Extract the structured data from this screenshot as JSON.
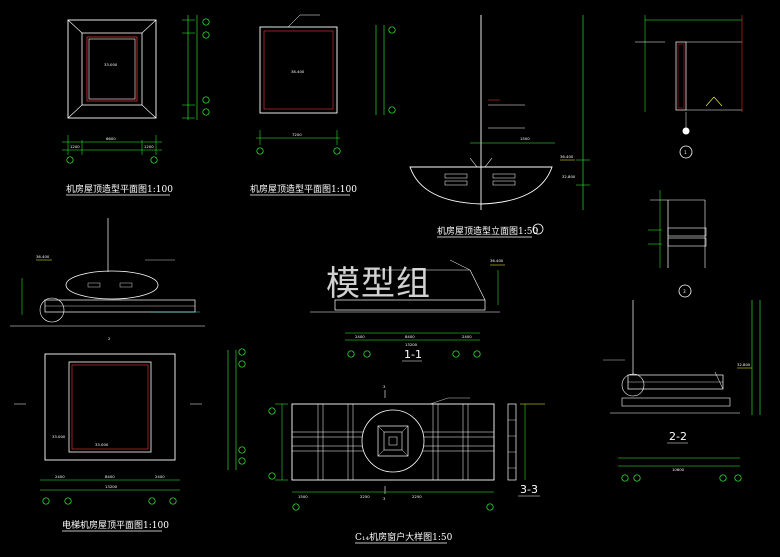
{
  "titles": {
    "roof_plan_1": "机房屋顶造型平面图1:100",
    "roof_plan_2": "机房屋顶造型平面图1:100",
    "roof_elevation": "机房屋顶造型立面图1:50",
    "elevator_roof_plan": "电梯机房屋顶平面图1:100",
    "window_detail": "C₁₄机房窗户大样图1:50"
  },
  "section_marks": {
    "s11": "1-1",
    "s22": "2-2",
    "s33": "3-3"
  },
  "circled_marks": {
    "c1": "1",
    "c2": "2",
    "c3": "3"
  },
  "dimensions": {
    "plan1_a": "1200",
    "plan1_b": "6600",
    "plan1_c": "1200",
    "plan2_w": "7200",
    "plan3_a": "2400",
    "plan3_b": "8400",
    "plan3_c": "2400",
    "plan3_total": "13200",
    "sec11_a": "2400",
    "sec11_b": "8400",
    "sec11_c": "2400",
    "sec11_total": "13200",
    "sec22_total": "10800",
    "window_a": "1500",
    "window_b": "2250",
    "window_c": "2250",
    "plan1_elev": "33.000",
    "plan2_elev": "38.400",
    "plan3_elev": "33.000",
    "elev_top": "36.400",
    "elev_mid": "32.800"
  },
  "watermark": "模型组",
  "colors": {
    "line": "#ffffff",
    "green": "#33ff33",
    "yellow": "#ffff33",
    "red": "#ff3333",
    "cyan": "#33ffff",
    "magenta": "#ff33ff"
  }
}
